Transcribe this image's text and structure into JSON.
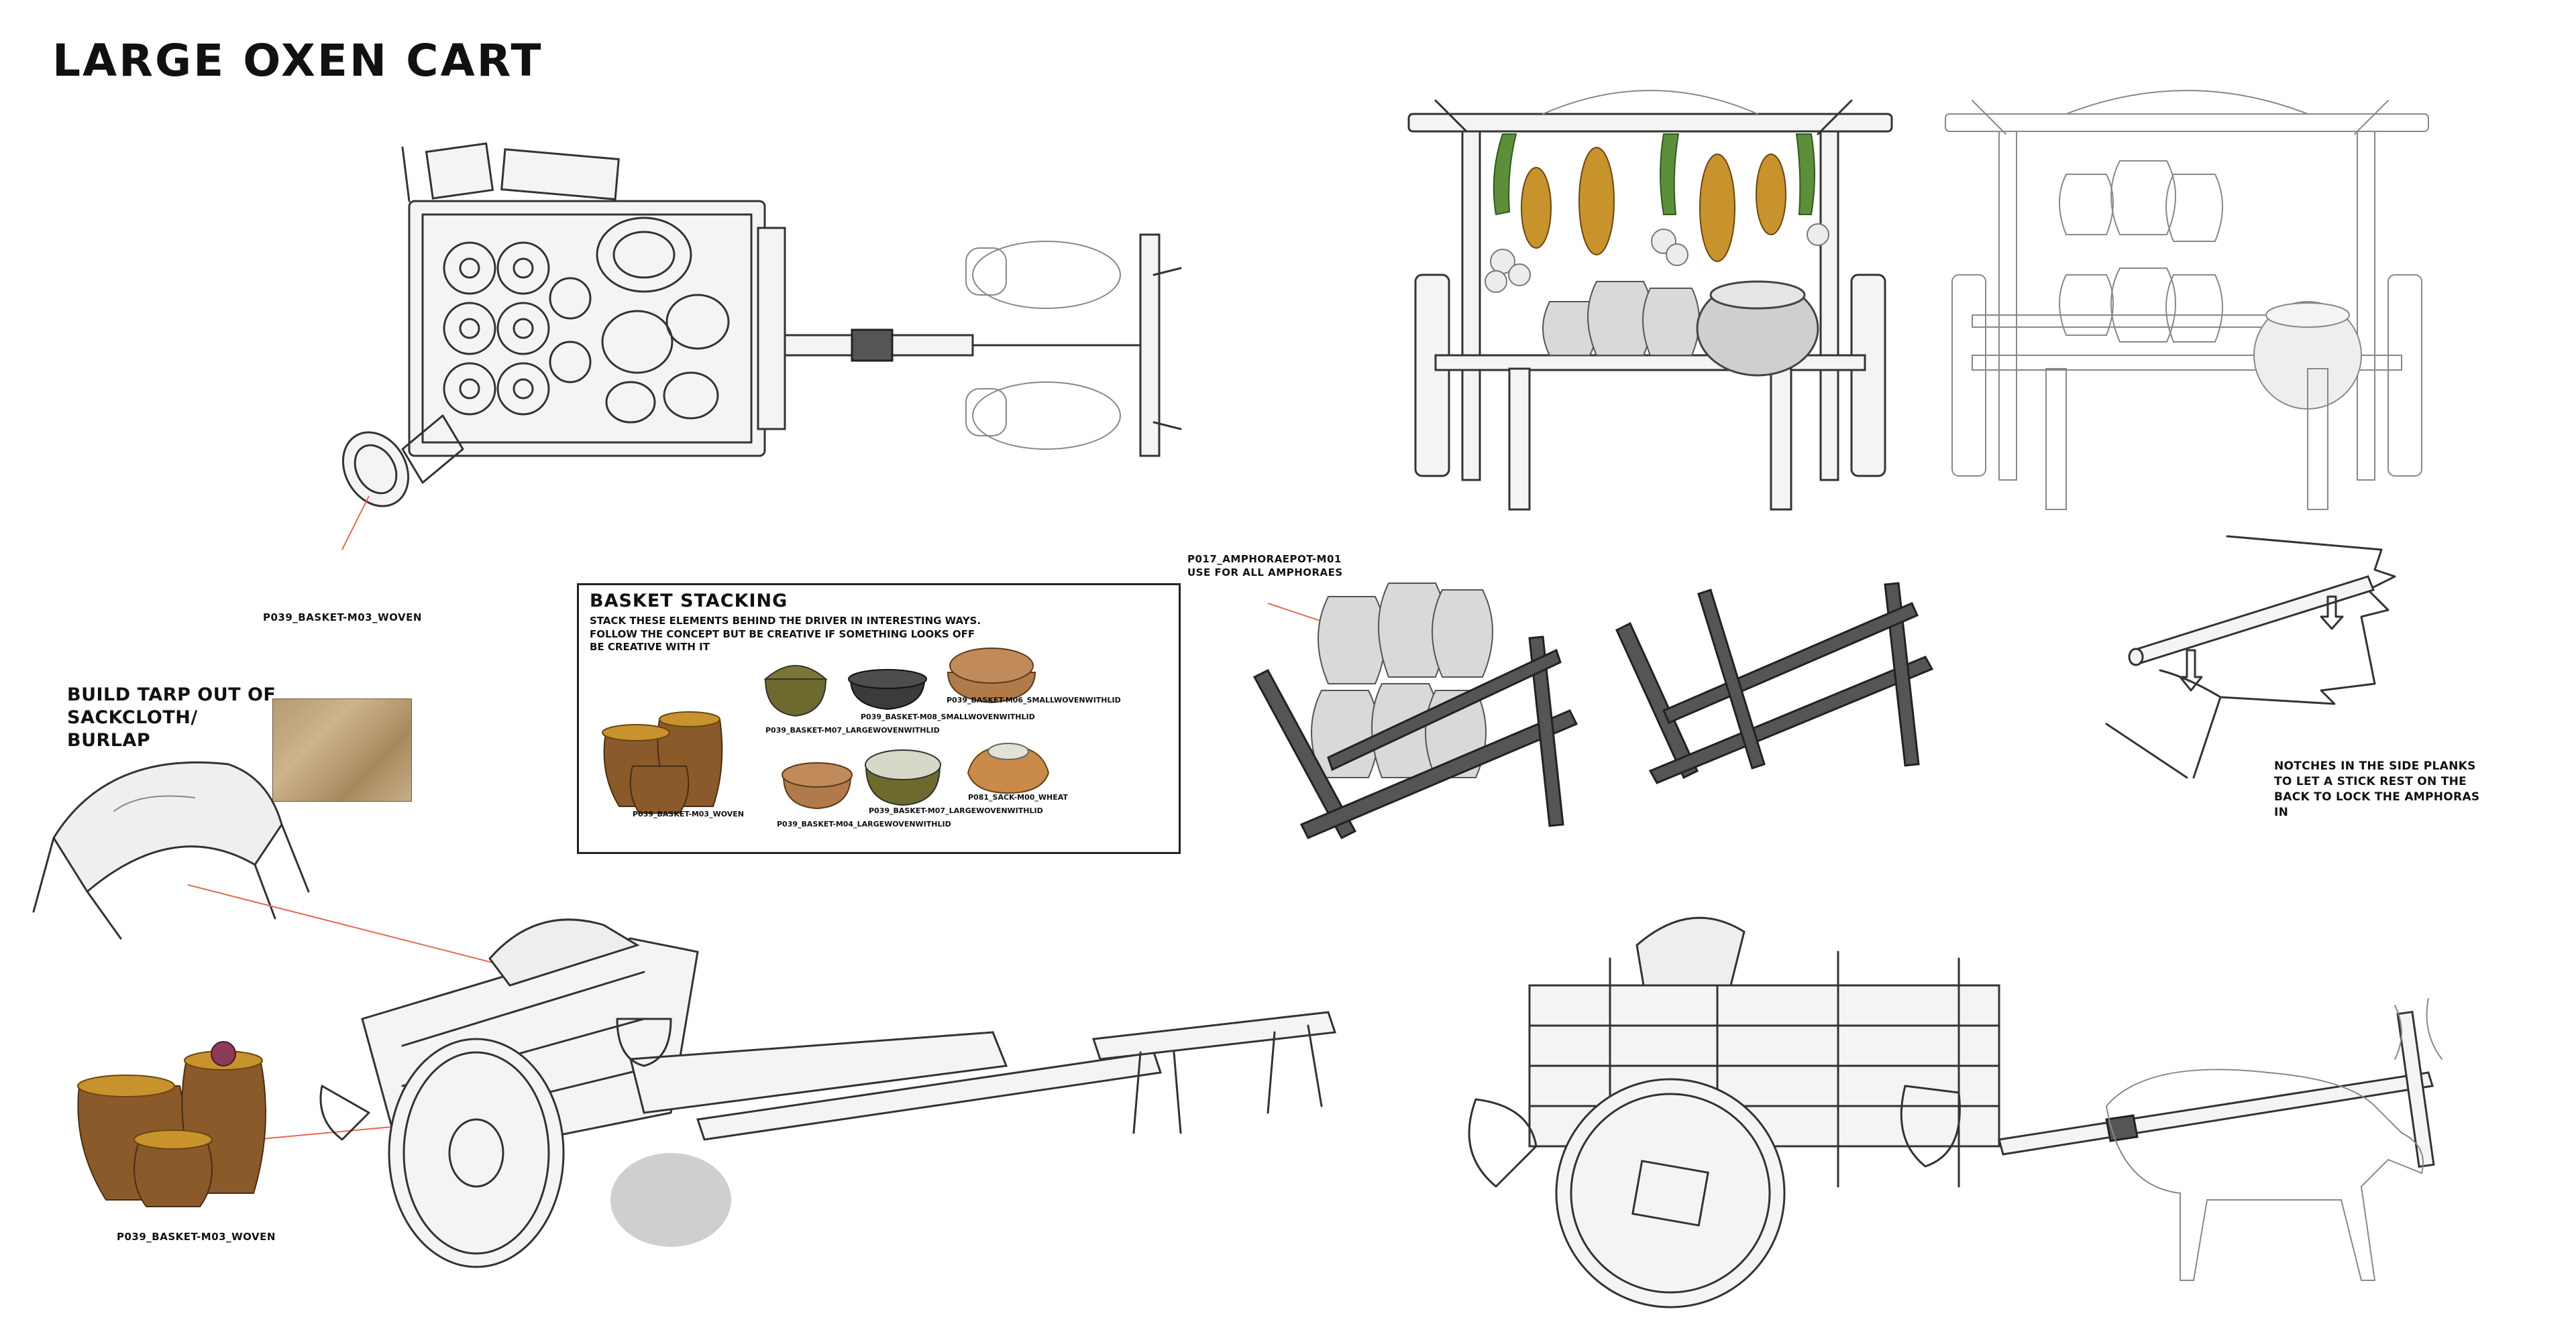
{
  "sheet": {
    "title": "LARGE OXEN CART"
  },
  "labels": {
    "top_basket": "P039_BASKET-M03_WOVEN",
    "tarp": "BUILD TARP OUT OF SACKCLOTH/ BURLAP",
    "bottom_basket": "P039_BASKET-M03_WOVEN",
    "amphora_line1": "P017_AMPHORAEPOT-M01",
    "amphora_line2": "USE FOR ALL AMPHORAES",
    "notch_note": "NOTCHES IN THE SIDE PLANKS TO LET A STICK REST ON THE BACK TO LOCK THE AMPHORAS IN"
  },
  "basket_stacking": {
    "heading": "BASKET STACKING",
    "description": "STACK THESE ELEMENTS BEHIND THE DRIVER IN INTERESTING WAYS. FOLLOW THE CONCEPT BUT BE CREATIVE IF SOMETHING LOOKS OFF BE CREATIVE WITH IT",
    "items": [
      "P039_BASKET-M03_WOVEN",
      "P039_BASKET-M07_LARGEWOVENWITHLID",
      "P039_BASKET-M08_SMALLWOVENWITHLID",
      "P039_BASKET-M06_SMALLWOVENWITHLID",
      "P039_BASKET-M04_LARGEWOVENWITHLID",
      "P039_BASKET-M07_LARGEWOVENWITHLID",
      "P081_SACK-M00_WHEAT"
    ]
  },
  "colors": {
    "leader": "#e26b4f",
    "wicker": "#8a5a2b",
    "garlic_chili": "#c8922d"
  }
}
